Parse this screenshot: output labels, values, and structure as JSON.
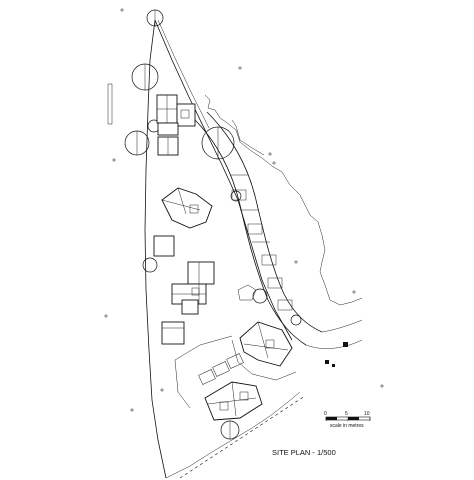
{
  "drawing": {
    "title": "SITE PLAN - 1/500",
    "scale_bar": {
      "ticks": [
        "0",
        "5",
        "10"
      ],
      "caption": "scale in metres"
    }
  },
  "icons": [
    "north-tree-symbol-icon",
    "building-icon",
    "tree-icon"
  ]
}
